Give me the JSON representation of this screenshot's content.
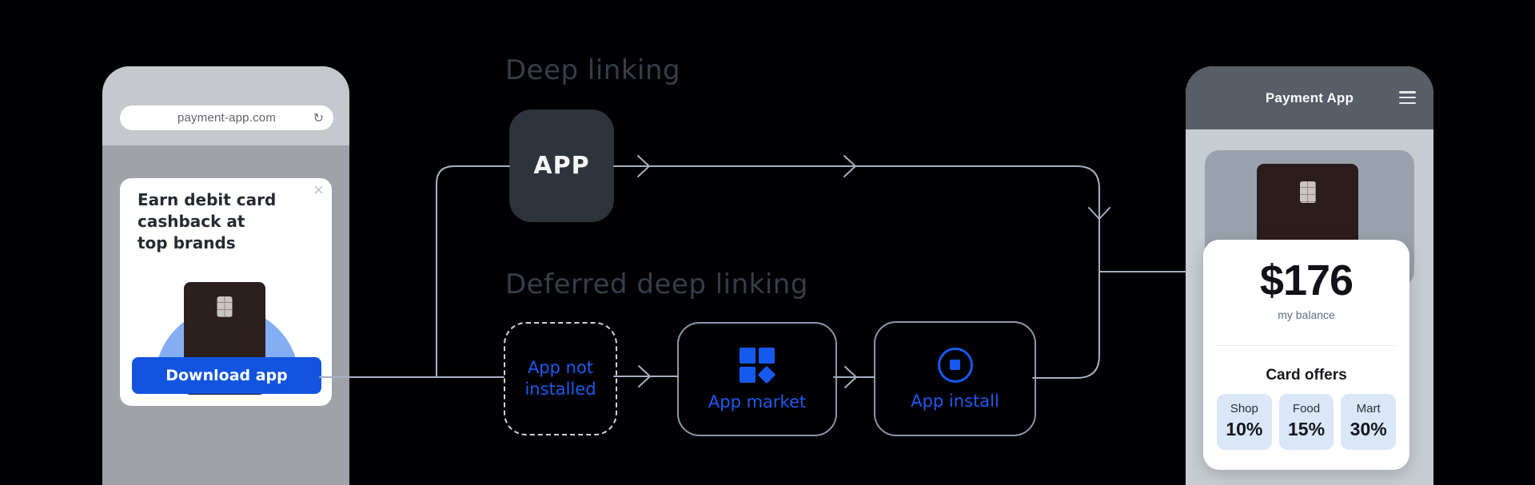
{
  "left_phone": {
    "url": "payment-app.com",
    "reload_glyph": "↻",
    "close_glyph": "×",
    "ad_headline_lines": [
      "Earn debit card",
      "cashback at",
      "top brands"
    ],
    "download_button_label": "Download app"
  },
  "diagram": {
    "deep_linking_title": "Deep linking",
    "deferred_title": "Deferred deep linking",
    "app_node_label": "APP",
    "app_not_installed_lines": [
      "App not",
      "installed"
    ],
    "app_market_label": "App market",
    "app_install_label": "App install"
  },
  "right_phone": {
    "app_title": "Payment App",
    "balance_amount": "$176",
    "balance_label": "my balance",
    "offers_title": "Card offers",
    "offers": [
      {
        "name": "Shop",
        "value": "10%"
      },
      {
        "name": "Food",
        "value": "15%"
      },
      {
        "name": "Mart",
        "value": "30%"
      }
    ]
  },
  "colors": {
    "background": "#010103",
    "accent_blue": "#1254DF",
    "node_blue": "#1E5AF0",
    "connector": "#A5AFC5",
    "title_gray": "#363E4A"
  }
}
